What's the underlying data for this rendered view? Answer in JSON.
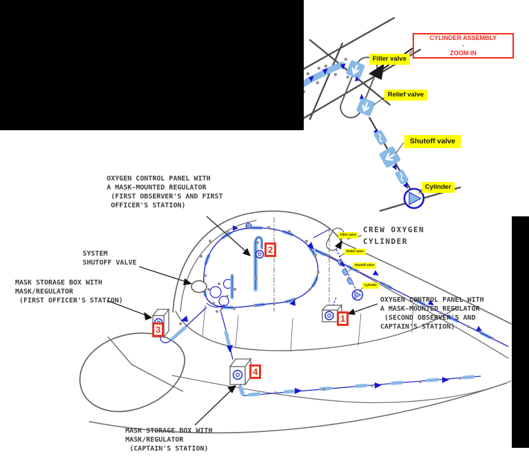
{
  "zoom_detail": {
    "title_box": "CYLINDER ASSEMBLY\n-\nZOOM IN"
  },
  "valve_labels": {
    "filler": "Filler valve",
    "relief": "Relief valve",
    "shutoff": "Shutoff valve",
    "cylinder": "Cylinder"
  },
  "main_diagram": {
    "captions": {
      "panel_first": "OXYGEN CONTROL PANEL WITH\nA MASK-MOUNTED REGULATOR\n (FIRST OBSERVER'S AND FIRST\n OFFICER'S STATION)",
      "system_shutoff": "SYSTEM\nSHUTOFF VALVE",
      "mask_box_fo": "MASK STORAGE BOX WITH\nMASK/REGULATOR\n (FIRST OFFICER'S STATION)",
      "crew_cylinder": "CREW OXYGEN\nCYLINDER",
      "panel_second": "OXYGEN CONTROL PANEL WITH\nA MASK-MOUNTED REGULATOR\n (SECOND OBSERVER'S AND\nCAPTAIN'S STATION)",
      "mask_box_capt": "MASK STORAGE BOX WITH\nMASK/REGULATOR\n (CAPTAIN'S STATION)"
    },
    "callouts": [
      {
        "number": "1"
      },
      {
        "number": "2"
      },
      {
        "number": "3"
      },
      {
        "number": "4"
      }
    ]
  },
  "colors": {
    "highlight_yellow": "#ffff00",
    "callout_red": "#e8321e",
    "zoom_box_red": "#f3281c",
    "pipe_blue": "#2222cc",
    "pipe_light_blue": "#8ab9e6",
    "structure_gray": "#5f5f5f",
    "caption_gray": "#3d3d3d",
    "redaction_black": "#000000"
  }
}
